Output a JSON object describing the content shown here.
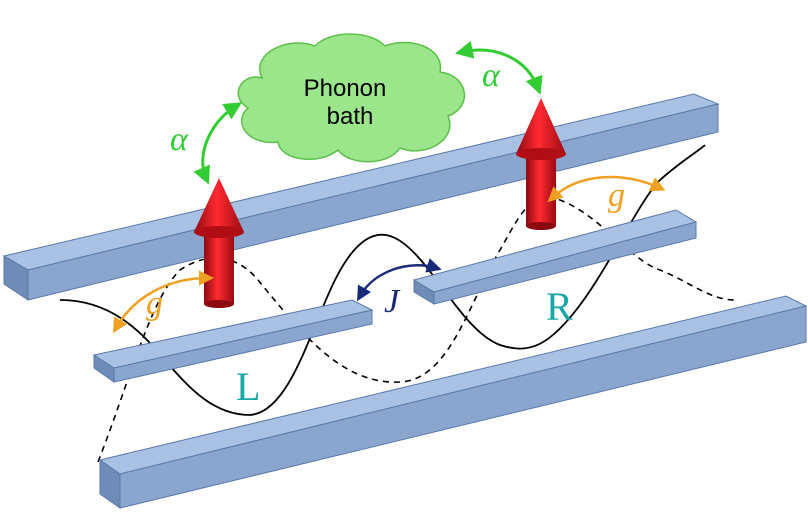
{
  "cloud": {
    "line1": "Phonon",
    "line2": "bath"
  },
  "labels": {
    "alpha_left": "α",
    "alpha_right": "α",
    "g_left": "g",
    "g_right": "g",
    "coupling_j": "J",
    "cavity_left": "L",
    "cavity_right": "R"
  },
  "colors": {
    "bar_top": "#a9c2e4",
    "bar_front": "#7f9cc5",
    "bar_edge": "#5a7aa8",
    "spin_red": "#e0141e",
    "spin_dark": "#a00a10",
    "cloud_fill": "#9be58a",
    "cloud_edge": "#5cc04a",
    "alpha_green": "#33cc33",
    "g_orange": "#f0a020",
    "j_navy": "#1a2a7a",
    "cavity_teal": "#19a6a6",
    "wave": "#000000"
  }
}
